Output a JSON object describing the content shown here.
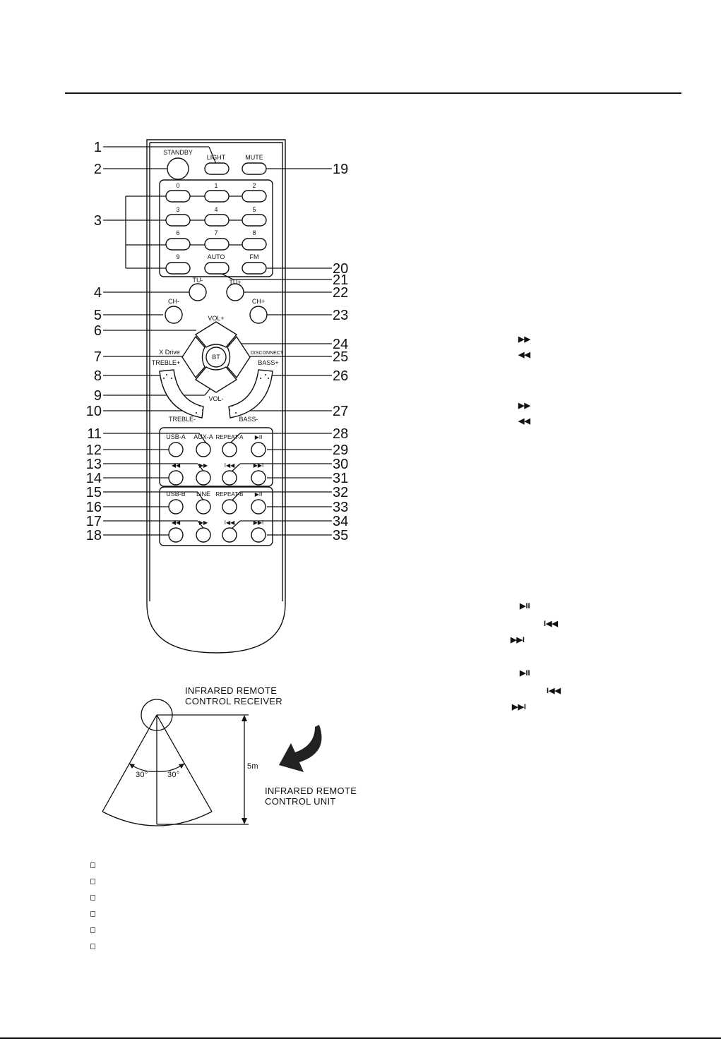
{
  "remote": {
    "labels": {
      "standby": "STANDBY",
      "light": "LIGHT",
      "mute": "MUTE",
      "d0": "0",
      "d1": "1",
      "d2": "2",
      "d3": "3",
      "d4": "4",
      "d5": "5",
      "d6": "6",
      "d7": "7",
      "d8": "8",
      "d9": "9",
      "auto": "AUTO",
      "fm": "FM",
      "tu_minus": "TU-",
      "tu_plus": "TU+",
      "ch_minus": "CH-",
      "ch_plus": "CH+",
      "vol_plus": "VOL+",
      "vol_minus": "VOL-",
      "bt": "BT",
      "xdrive": "X Drive",
      "disconnect": "DISCONNECT",
      "treble_plus": "TREBLE+",
      "treble_minus": "TREBLE-",
      "bass_plus": "BASS+",
      "bass_minus": "BASS-",
      "usb_a": "USB-A",
      "aux_a": "AUX-A",
      "repeat_a": "REPEAT-A",
      "usb_b": "USB-B",
      "line": "LINE",
      "repeat_b": "REPEAT-B",
      "play_pause": "▶II",
      "rew": "◀◀",
      "ffw": "▶▶",
      "prev": "I◀◀",
      "next": "▶▶I"
    },
    "callouts": {
      "n1": "1",
      "n2": "2",
      "n3": "3",
      "n4": "4",
      "n5": "5",
      "n6": "6",
      "n7": "7",
      "n8": "8",
      "n9": "9",
      "n10": "10",
      "n11": "11",
      "n12": "12",
      "n13": "13",
      "n14": "14",
      "n15": "15",
      "n16": "16",
      "n17": "17",
      "n18": "18",
      "n19": "19",
      "n20": "20",
      "n21": "21",
      "n22": "22",
      "n23": "23",
      "n24": "24",
      "n25": "25",
      "n26": "26",
      "n27": "27",
      "n28": "28",
      "n29": "29",
      "n30": "30",
      "n31": "31",
      "n32": "32",
      "n33": "33",
      "n34": "34",
      "n35": "35"
    }
  },
  "ir_diagram": {
    "receiver_line1": "INFRARED REMOTE",
    "receiver_line2": "CONTROL RECEIVER",
    "unit_line1": "INFRARED REMOTE",
    "unit_line2": "CONTROL UNIT",
    "angle_left": "30°",
    "angle_right": "30°",
    "distance": "5m"
  },
  "right_column_icons": {
    "ffw": "▶▶",
    "rew": "◀◀",
    "play_pause": "▶II",
    "prev": "I◀◀",
    "next": "▶▶I"
  },
  "icons": [
    "checkbox-icon",
    "play-pause-icon",
    "previous-icon",
    "next-icon",
    "fast-forward-icon",
    "rewind-icon",
    "arrow-icon"
  ]
}
